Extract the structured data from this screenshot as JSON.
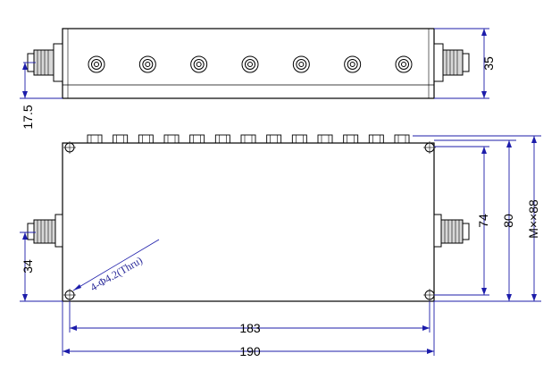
{
  "drawing": {
    "colors": {
      "outline": "#000000",
      "dimension_line": "#1c1caa",
      "connector_fill": "#d8d8d8",
      "annotation_text": "#2a2a9a"
    },
    "dimensions": {
      "side_height": "35",
      "connector_offset": "17.5",
      "mount_height": "74",
      "body_width": "80",
      "connector_thread": "M××88",
      "bottom_connector_offset": "34",
      "hole_spacing": "183",
      "overall_length": "190"
    },
    "hole_callout": "4-Φ4.2(Thru)",
    "tuning_screw_count": 7,
    "top_connector_count": 13,
    "mounting_hole_count": 4
  }
}
